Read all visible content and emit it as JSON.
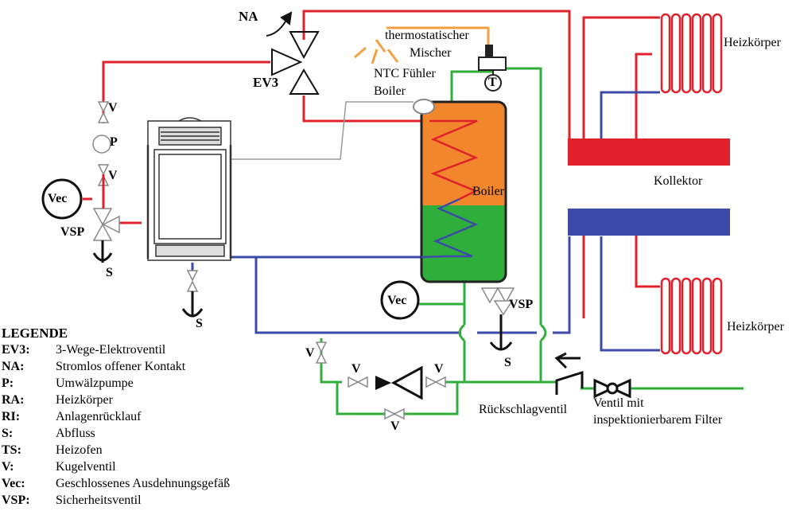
{
  "labels": {
    "na": "NA",
    "ev3": "EV3",
    "mixer_line1": "thermostatischer",
    "mixer_line2": "Mischer",
    "ntc_line1": "NTC Fühler",
    "ntc_line2": "Boiler",
    "t": "T",
    "v_top": "V",
    "p": "P",
    "v_mid": "V",
    "vec_left": "Vec",
    "vsp_left": "VSP",
    "s_left": "S",
    "s_stove": "S",
    "boiler": "Boiler",
    "vec_right": "Vec",
    "vsp_right": "VSP",
    "s_right": "S",
    "heizkoerper_top": "Heizkörper",
    "kollektor": "Kollektor",
    "heizkoerper_bottom": "Heizkörper",
    "v_pipe": "V",
    "v_pump_left": "V",
    "v_pump_right": "V",
    "v_bypass": "V",
    "rueckschlagventil": "Rückschlagventil",
    "filter_line1": "Ventil mit",
    "filter_line2": "inspektionierbarem Filter"
  },
  "legend": {
    "title": "LEGENDE",
    "items": [
      {
        "key": "EV3:",
        "desc": "3-Wege-Elektroventil"
      },
      {
        "key": "NA:",
        "desc": "Stromlos offener Kontakt"
      },
      {
        "key": "P:",
        "desc": "Umwälzpumpe"
      },
      {
        "key": "RA:",
        "desc": "Heizkörper"
      },
      {
        "key": "RI:",
        "desc": "Anlagenrücklauf"
      },
      {
        "key": "S:",
        "desc": "Abfluss"
      },
      {
        "key": "TS:",
        "desc": "Heizofen"
      },
      {
        "key": "V:",
        "desc": "Kugelventil"
      },
      {
        "key": "Vec:",
        "desc": "Geschlossenes Ausdehnungsgefäß"
      },
      {
        "key": "VSP:",
        "desc": "Sicherheitsventil"
      }
    ]
  },
  "colors": {
    "supply": "#e0202a",
    "return": "#3c4aa8",
    "circuit": "#2fae3c",
    "boiler_hot": "#f2862c",
    "boiler_cold": "#2fae3c",
    "collector_supply": "#e0202a",
    "collector_return": "#3c4aa8",
    "mixer_rays": "#f0a040"
  }
}
